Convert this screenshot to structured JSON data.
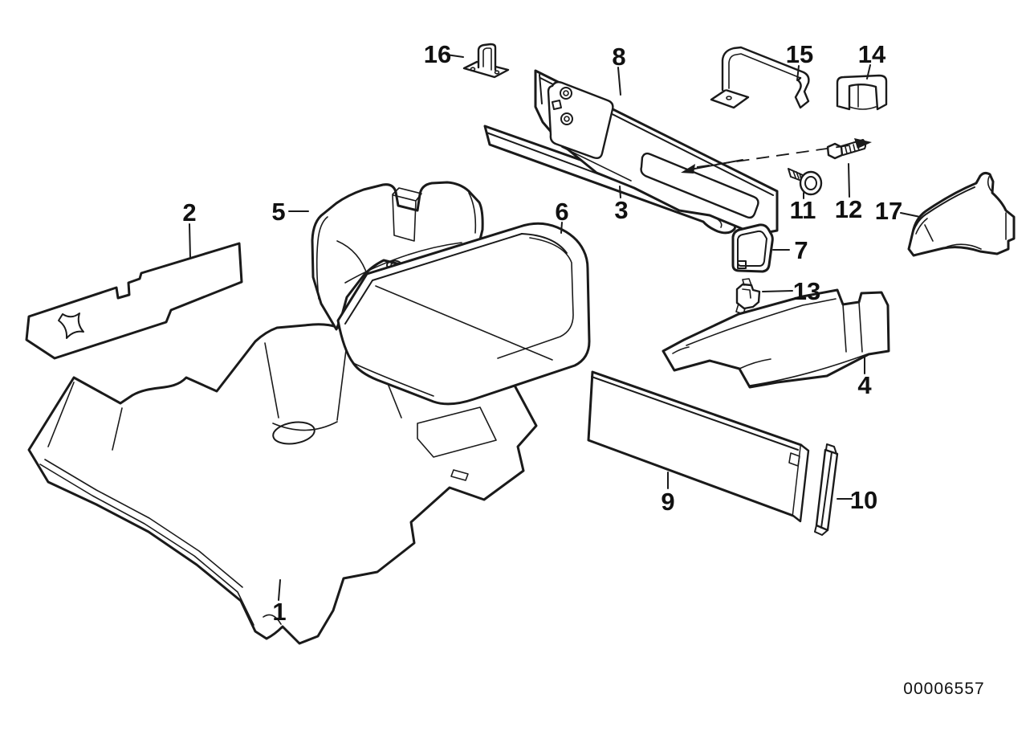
{
  "diagram": {
    "type": "exploded-parts-line-drawing",
    "code": "00006557",
    "style": {
      "line_color": "#1a1a1a",
      "background": "#ffffff"
    },
    "callouts": [
      {
        "id": "1",
        "label": "1"
      },
      {
        "id": "2",
        "label": "2"
      },
      {
        "id": "3",
        "label": "3"
      },
      {
        "id": "4",
        "label": "4"
      },
      {
        "id": "5",
        "label": "5"
      },
      {
        "id": "6",
        "label": "6"
      },
      {
        "id": "7",
        "label": "7"
      },
      {
        "id": "8",
        "label": "8"
      },
      {
        "id": "9",
        "label": "9"
      },
      {
        "id": "10",
        "label": "10"
      },
      {
        "id": "11",
        "label": "11"
      },
      {
        "id": "12",
        "label": "12"
      },
      {
        "id": "13",
        "label": "13"
      },
      {
        "id": "14",
        "label": "14"
      },
      {
        "id": "15",
        "label": "15"
      },
      {
        "id": "16",
        "label": "16"
      },
      {
        "id": "17",
        "label": "17"
      }
    ]
  }
}
